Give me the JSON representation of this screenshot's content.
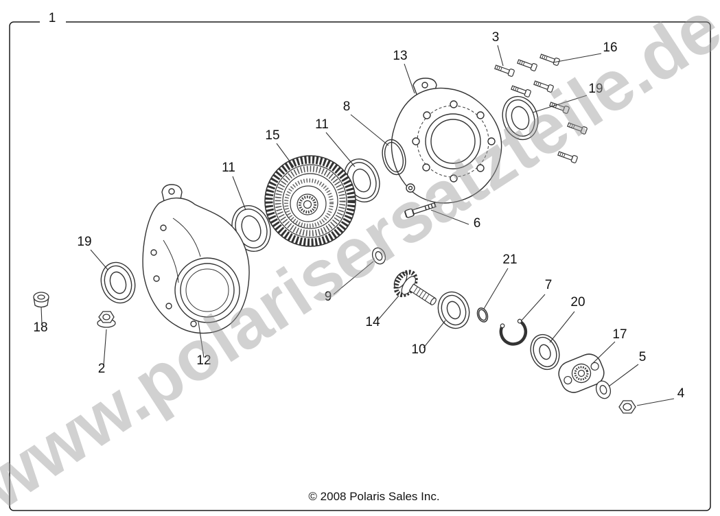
{
  "diagram": {
    "watermark": "www.polarisersatzteile.de",
    "copyright": "© 2008 Polaris Sales Inc.",
    "colors": {
      "ink": "#333333",
      "watermark": "#9b9b9b"
    },
    "callouts": [
      {
        "label": "1"
      },
      {
        "label": "3"
      },
      {
        "label": "16"
      },
      {
        "label": "13"
      },
      {
        "label": "19"
      },
      {
        "label": "8"
      },
      {
        "label": "11"
      },
      {
        "label": "15"
      },
      {
        "label": "11"
      },
      {
        "label": "6"
      },
      {
        "label": "19"
      },
      {
        "label": "9"
      },
      {
        "label": "21"
      },
      {
        "label": "7"
      },
      {
        "label": "14"
      },
      {
        "label": "20"
      },
      {
        "label": "10"
      },
      {
        "label": "17"
      },
      {
        "label": "18"
      },
      {
        "label": "2"
      },
      {
        "label": "12"
      },
      {
        "label": "5"
      },
      {
        "label": "4"
      }
    ]
  }
}
